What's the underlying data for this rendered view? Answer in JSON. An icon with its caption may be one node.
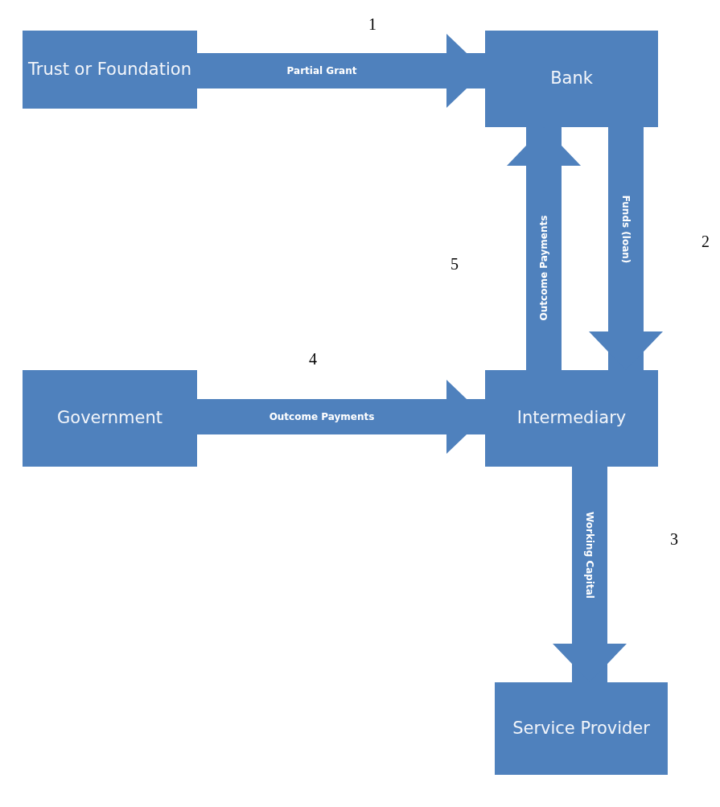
{
  "diagram": {
    "nodes": [
      {
        "text": [
          "Trust or Foundation"
        ]
      },
      {
        "text": [
          "Bank"
        ]
      },
      {
        "text": [
          "Government"
        ]
      },
      {
        "text": [
          "Intermediary"
        ]
      },
      {
        "text": [
          "Service Provider"
        ]
      }
    ],
    "edges": [
      {
        "from": 0,
        "to": 1,
        "arrow": "to",
        "label": "Partial Grant"
      },
      {
        "from": 3,
        "to": 1,
        "arrow": "to",
        "label": "Outcome Payments"
      },
      {
        "from": 1,
        "to": 3,
        "arrow": "to",
        "label": "Funds (loan)"
      },
      {
        "from": 2,
        "to": 3,
        "arrow": "to",
        "label": "Outcome Payments"
      },
      {
        "from": 3,
        "to": 4,
        "arrow": "to",
        "label": "Working Capital"
      }
    ],
    "labels": [
      "1",
      "2",
      "5",
      "4",
      "3"
    ]
  }
}
